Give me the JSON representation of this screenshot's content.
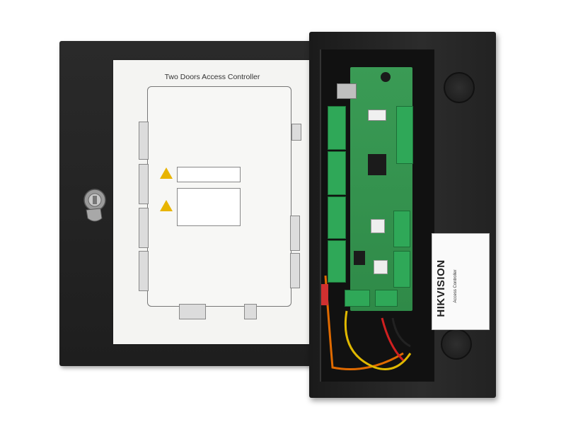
{
  "product_photo": {
    "manual_sheet": {
      "title": "Two Doors Access Controller"
    },
    "device_label": {
      "brand": "HIKVISION",
      "product_name": "Access Controller"
    },
    "colors": {
      "enclosure": "#1f1f1f",
      "pcb": "#2f8a48",
      "terminal": "#2fa858",
      "warning": "#e8b400",
      "paper": "#f4f4f2"
    }
  }
}
